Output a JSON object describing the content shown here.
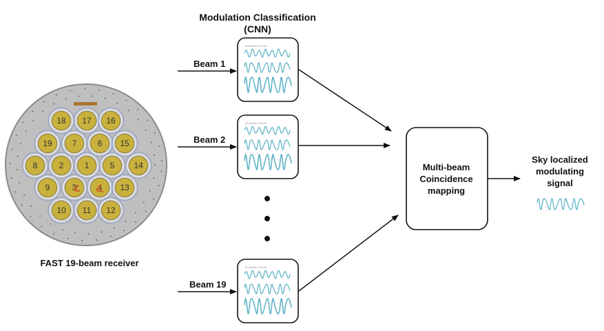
{
  "title": {
    "line1": "Modulation Classification",
    "line2": "(CNN)"
  },
  "receiver": {
    "caption": "FAST 19-beam receiver",
    "beam_numbers": [
      "18",
      "17",
      "16",
      "19",
      "7",
      "6",
      "15",
      "8",
      "2",
      "1",
      "5",
      "14",
      "9",
      "3",
      "4",
      "13",
      "10",
      "11",
      "12"
    ]
  },
  "beams": [
    {
      "label": "Beam 1"
    },
    {
      "label": "Beam 2"
    },
    {
      "label": "Beam 19"
    }
  ],
  "panel_caption": "Modulated Result",
  "mapping": {
    "line1": "Multi-beam",
    "line2": "Coincidence",
    "line3": "mapping"
  },
  "output": {
    "line1": "Sky localized",
    "line2": "modulating",
    "line3": "signal"
  },
  "colors": {
    "signal": "#5fb3c7",
    "receiver_disk": "#bfbfbf",
    "feed": "#c9b13d",
    "feed_ring": "#9aa6c8"
  }
}
